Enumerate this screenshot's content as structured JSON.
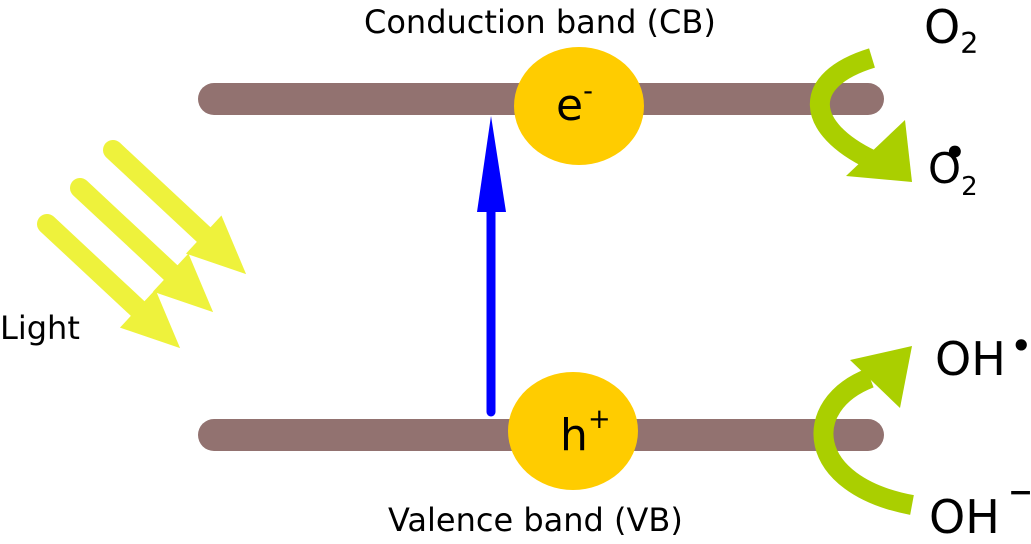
{
  "labels": {
    "conduction_band": "Conduction band (CB)",
    "valence_band": "Valence band (VB)",
    "light": "Light"
  },
  "carriers": {
    "electron": {
      "symbol": "e",
      "superscript": "-"
    },
    "hole": {
      "symbol": "h",
      "superscript": "+"
    }
  },
  "species": {
    "oxygen": {
      "symbol": "O",
      "subscript": "2"
    },
    "superoxide": {
      "symbol": "O",
      "subscript": "2",
      "radical_mark": "•"
    },
    "hydroxyl_radical": {
      "symbol": "OH",
      "radical_mark": "•"
    },
    "hydroxide": {
      "symbol": "OH",
      "superscript": "−"
    }
  },
  "colors": {
    "band": "#927270",
    "carrier_fill": "#ffcc00",
    "excitation_arrow": "#0000ff",
    "light_rays": "#eef23c",
    "reaction_arrows": "#aacf00",
    "text": "#000000",
    "background": "#ffffff"
  },
  "icons": {
    "light_rays": "light-ray-arrows",
    "excitation": "up-arrow",
    "reduction": "curved-arrow-down",
    "oxidation": "curved-arrow-up"
  }
}
